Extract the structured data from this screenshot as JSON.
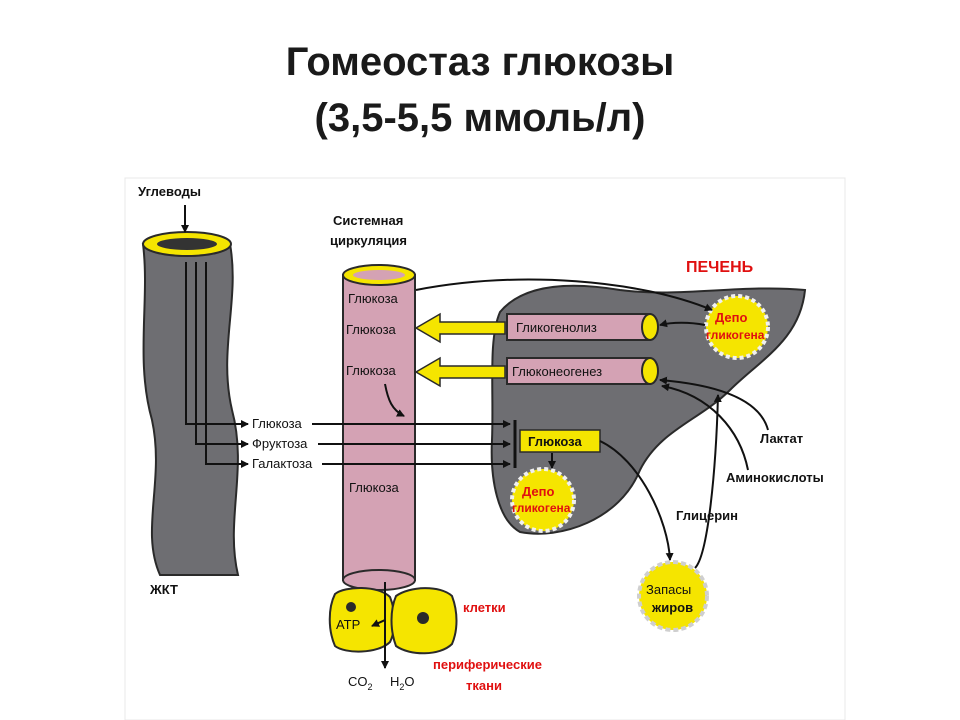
{
  "title": {
    "line1": "Гомеостаз  глюкозы",
    "line2": "(3,5-5,5 ммоль/л)"
  },
  "diagram": {
    "carbs": "Углеводы",
    "gi": "ЖКТ",
    "systemic_line1": "Системная",
    "systemic_line2": "циркуляция",
    "liver": "ПЕЧЕНЬ",
    "glucose": "Глюкоза",
    "fructose": "Фруктоза",
    "galactose": "Галактоза",
    "glycogenolysis": "Гликогенолиз",
    "gluconeogenesis": "Глюконеогенез",
    "depot_line1": "Депо",
    "depot_line2": "гликогена",
    "lactate": "Лактат",
    "aminoacids": "Аминокислоты",
    "glycerol": "Глицерин",
    "fat_line1": "Запасы",
    "fat_line2": "жиров",
    "cells": "клетки",
    "atp": "АТР",
    "co2": "CO",
    "co2_sub": "2",
    "h2o_h": "H",
    "h2o_sub": "2",
    "h2o_o": "O",
    "peripheral_line1": "периферические",
    "peripheral_line2": "ткани"
  },
  "colors": {
    "tissue": "#6e6e72",
    "vessel": "#d4a2b4",
    "yellow": "#f5e500",
    "red_label": "#e01010"
  }
}
